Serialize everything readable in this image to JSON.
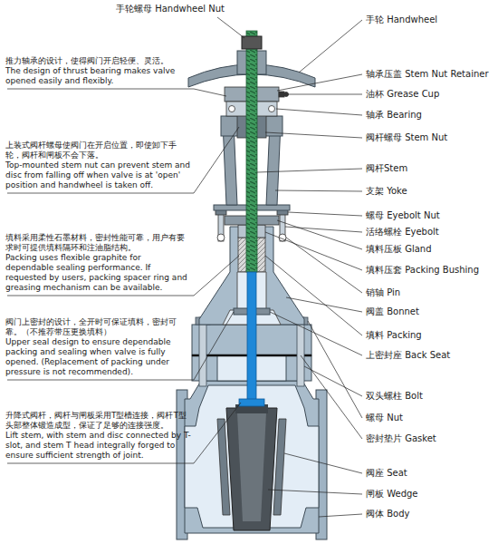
{
  "diagram": {
    "labels": [
      "手轮螺母 Handwheel Nut",
      "手轮 Handwheel",
      "轴承压盖 Stem Nut Retainer",
      "油杯 Grease Cup",
      "轴承 Bearing",
      "阀杆螺母 Stem Nut",
      "阀杆Stem",
      "支架 Yoke",
      "螺母 Eyebolt Nut",
      "活络螺栓 Eyebolt",
      "填料压板 Gland",
      "填料压套 Packing Bushing",
      "销轴 Pin",
      "阀盖 Bonnet",
      "填料 Packing",
      "上密封座 Back Seat",
      "双头螺柱 Bolt",
      "螺母 Nut",
      "密封垫片 Gasket",
      "阀座 Seat",
      "闸板 Wedge",
      "阀体 Body",
      "推力轴承的设计，使得阀门开启轻便、灵活。",
      "The design of thrust bearing makes valve opened easily and flexibly.",
      "上装式阀杆螺母使阀门在开启位置，即使卸下手轮，阀杆和闸板不会下落。",
      "Top-mounted stem nut can prevent stem and disc from falling off when valve is at 'open' position and handwheel is taken off.",
      "填料采用柔性石墨材料，密封性能可靠，用户有要求时可提供填料隔环和注油脂结构。",
      "Packing uses flexible graphite for dependable sealing performance. If requested by users, packing spacer ring and greasing mechanism can be available.",
      "阀门上密封的设计，全开时可保证填料，密封可靠。（不推荐带压更换填料）",
      "Upper seal design to ensure dependable packing and sealing when valve is fully opened. (Replacement of packing under pressure is not recommended).",
      "升降式阀杆，阀杆与闸板采用T型槽连接，阀杆T型头部整体锻造成型，保证了足够的连接强度。",
      "Lift stem, with stem and disc connected by T-slot, and stem T head integrally forged to ensure sufficient strength of joint."
    ]
  }
}
